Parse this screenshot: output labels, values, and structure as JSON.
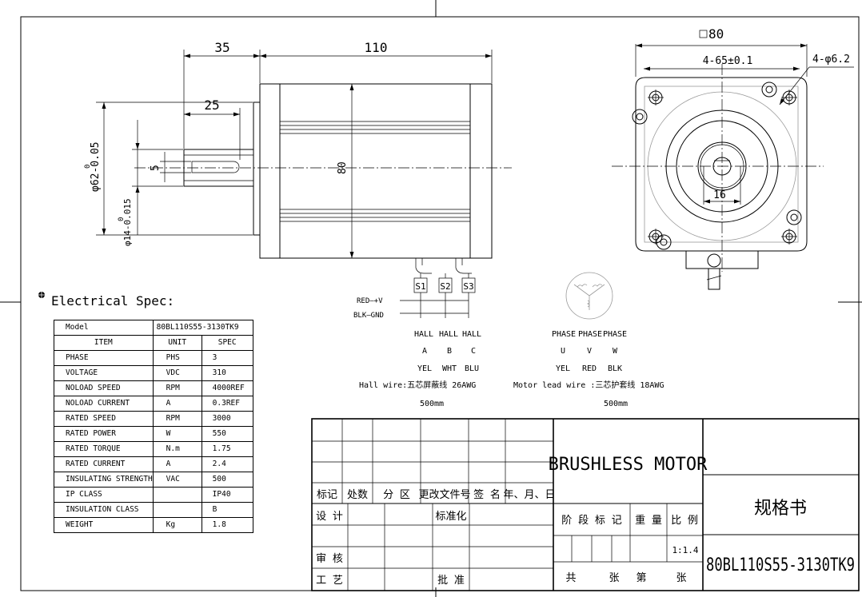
{
  "dimensions": {
    "shaft_length": "35",
    "body_length": "110",
    "key_length": "25",
    "pilot_diameter": "φ62-0.05",
    "pilot_tol_upper": "0",
    "shaft_diameter": "φ14-0.015",
    "shaft_tol_upper": "0",
    "key_width": "5",
    "body_height": "80",
    "square_size": "80",
    "hole_spacing": "4-65±0.1",
    "hole_diameter": "4-φ6.2",
    "shaft_flat": "16"
  },
  "electrical_spec": {
    "heading": "Electrical Spec:",
    "model_label": "Model",
    "model_value": "80BL110S55-3130TK9",
    "columns": [
      "ITEM",
      "UNIT",
      "SPEC"
    ],
    "rows": [
      {
        "item": "PHASE",
        "unit": "PHS",
        "spec": "3"
      },
      {
        "item": "VOLTAGE",
        "unit": "VDC",
        "spec": "310"
      },
      {
        "item": "NOLOAD SPEED",
        "unit": "RPM",
        "spec": "4000REF"
      },
      {
        "item": "NOLOAD CURRENT",
        "unit": "A",
        "spec": "0.3REF"
      },
      {
        "item": "RATED SPEED",
        "unit": "RPM",
        "spec": "3000"
      },
      {
        "item": "RATED POWER",
        "unit": "W",
        "spec": "550"
      },
      {
        "item": "RATED TORQUE",
        "unit": "N.m",
        "spec": "1.75"
      },
      {
        "item": "RATED CURRENT",
        "unit": "A",
        "spec": "2.4"
      },
      {
        "item": "INSULATING STRENGTH",
        "unit": "VAC",
        "spec": "500"
      },
      {
        "item": "IP CLASS",
        "unit": "",
        "spec": "IP40"
      },
      {
        "item": "INSULATION CLASS",
        "unit": "",
        "spec": "B"
      },
      {
        "item": "WEIGHT",
        "unit": "Kg",
        "spec": "1.8"
      }
    ]
  },
  "wiring": {
    "sensors": [
      "S1",
      "S2",
      "S3"
    ],
    "red": "RED—+V",
    "blk": "BLK—GND",
    "hall_type": [
      "HALL",
      "HALL",
      "HALL"
    ],
    "hall_signal": [
      "A",
      "B",
      "C"
    ],
    "hall_color": [
      "YEL",
      "WHT",
      "BLU"
    ],
    "hall_wire": "Hall wire:五芯屏蔽线 26AWG",
    "hall_length": "500mm",
    "phase_type": [
      "PHASE",
      "PHASE",
      "PHASE"
    ],
    "phase_signal": [
      "U",
      "V",
      "W"
    ],
    "phase_color": [
      "YEL",
      "RED",
      "BLK"
    ],
    "motor_wire": "Motor lead wire :三芯护套线 18AWG",
    "motor_length": "500mm"
  },
  "title_block": {
    "product_name": "BRUSHLESS MOTOR",
    "doc_type": "规格书",
    "part_number": "80BL110S55-3130TK9",
    "scale": "1:1.4",
    "rev_labels": [
      "标记",
      "处数",
      "分 区",
      "更改文件号",
      "签 名",
      "年、月、日"
    ],
    "design": "设 计",
    "standardize": "标准化",
    "review": "审 核",
    "process": "工 艺",
    "approve": "批 准",
    "stage": "阶 段 标 记",
    "weight": "重 量",
    "scale_label": "比 例",
    "total": "共",
    "sheets": "张",
    "sheet_no": "第",
    "sheet_unit": "张"
  }
}
